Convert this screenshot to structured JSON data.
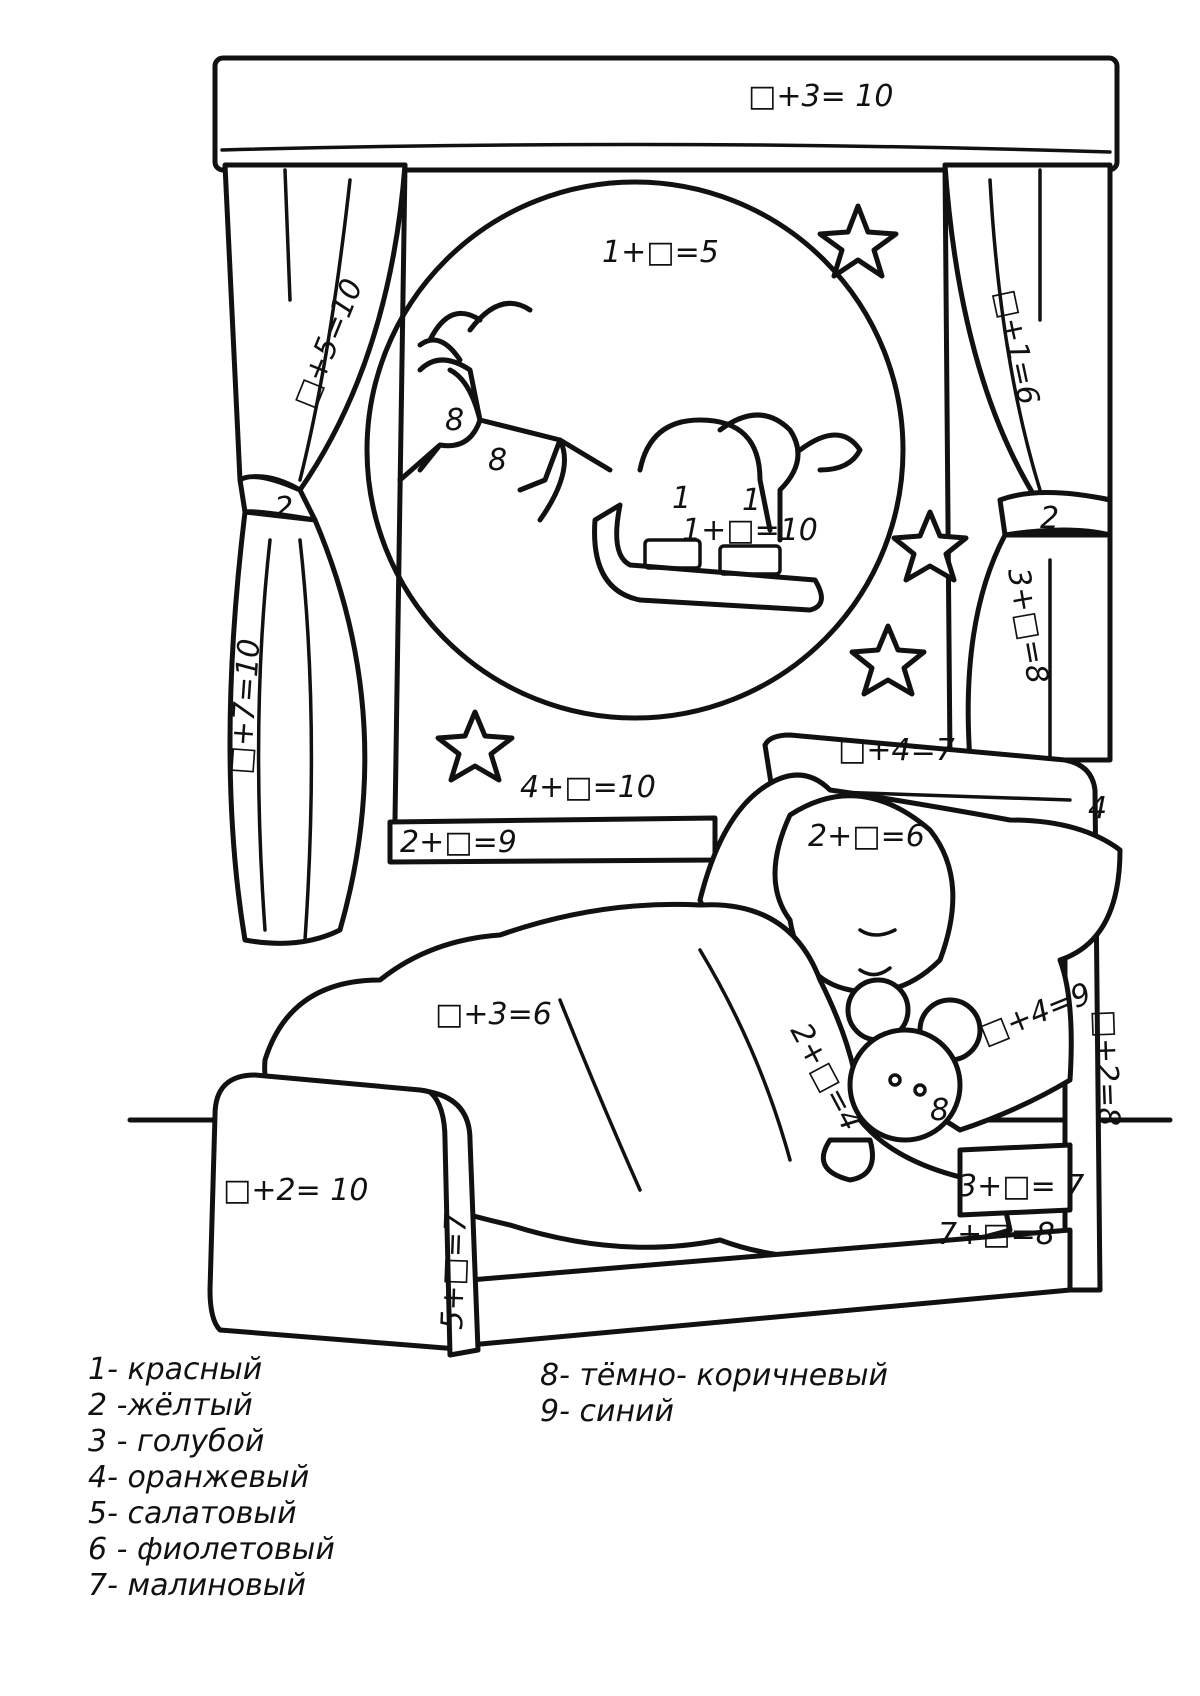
{
  "equations": {
    "valance_top": "□+3= 10",
    "moon_top": "1+□=5",
    "curtain_left_upper": "□+5=10",
    "curtain_right_upper": "□+1=6",
    "curtain_left_lower": "□+7=10",
    "curtain_right_lower": "3+□=8",
    "sleigh": "1+□=10",
    "window_low": "4+□=10",
    "sill": "2+□=9",
    "headboard_top": "□+4=7",
    "pillow": "2+□=6",
    "blanket": "□+3=6",
    "pillow_right": "□+4=9",
    "bear": "2+□=4",
    "post_right": "□+2=8",
    "footboard": "□+2= 10",
    "footboard_side": "5+□=7",
    "rail_upper": "3+□= 7",
    "rail_lower": "7+□=8"
  },
  "region_numbers": {
    "reindeer_body": "8",
    "reindeer_harness": "8",
    "sack": "1",
    "sleigh_seat": "1",
    "tieback_left": "2",
    "tieback_right": "2",
    "headboard_post": "4",
    "bear_paw": "8"
  },
  "legend": {
    "col1": [
      "1- красный",
      "2 -жёлтый",
      "3 - голубой",
      "4- оранжевый",
      "5- салатовый",
      "6 - фиолетовый",
      "7- малиновый"
    ],
    "col2": [
      "8- тёмно- коричневый",
      "9- синий"
    ]
  }
}
